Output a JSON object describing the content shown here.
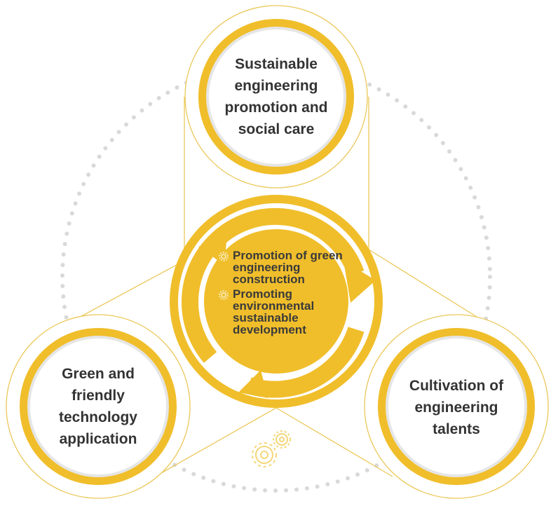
{
  "outer_nodes": {
    "top": "Sustainable engineering promotion and social care",
    "left": "Green and friendly technology application",
    "right": "Cultivation of engineering talents"
  },
  "center_items": [
    "Promotion of green engineering construction",
    "Promoting environmental sustainable development"
  ],
  "icons": [
    "gear-icon",
    "gear-icon",
    "gears-icon"
  ],
  "colors": {
    "accent": "#F0BE2B",
    "accent_dark": "#E8B01C",
    "accent_light": "#F7D45C",
    "inner_ring": "#E6E6E6",
    "dots": "#D9D9D9",
    "connector": "#EBC85A",
    "text": "#333333"
  }
}
